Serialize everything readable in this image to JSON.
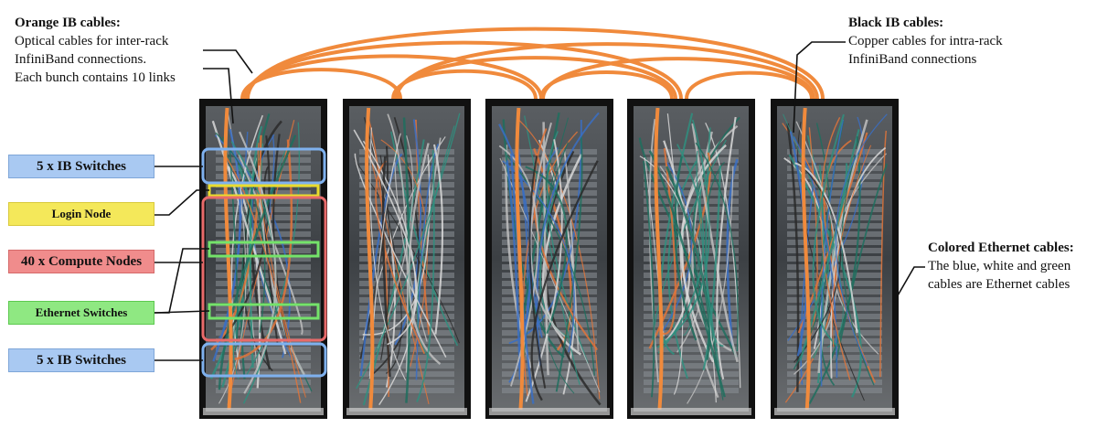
{
  "annotations": {
    "orange": {
      "title": "Orange IB cables:",
      "lines": [
        "Optical cables for inter-rack",
        "InfiniBand connections.",
        "Each bunch contains 10 links"
      ]
    },
    "black": {
      "title": "Black IB cables:",
      "lines": [
        "Copper cables for intra-rack",
        "InfiniBand connections"
      ]
    },
    "ethernet": {
      "title": "Colored Ethernet cables:",
      "lines": [
        "The blue, white and green",
        "cables are Ethernet cables"
      ]
    }
  },
  "labels": {
    "ib_top": "5 x IB Switches",
    "login": "Login Node",
    "compute": "40 x Compute Nodes",
    "ethernet": "Ethernet Switches",
    "ib_bottom": "5 x IB Switches"
  },
  "colors": {
    "optical_ib": "#f08a3c",
    "ib_highlight": "#7fb1ee",
    "login_highlight": "#e9dc2e",
    "compute_highlight": "#e86a6a",
    "ethernet_highlight": "#74e36a",
    "rack_frame": "#111111"
  },
  "racks": {
    "count": 5
  }
}
